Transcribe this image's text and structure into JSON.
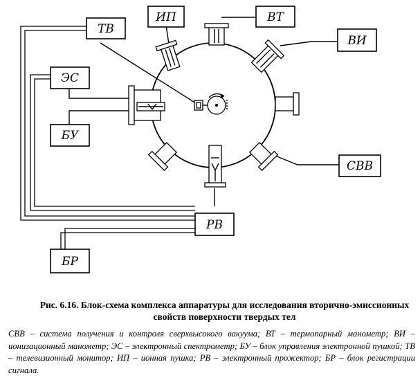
{
  "diagram": {
    "blocks": {
      "tv": "ТВ",
      "ip": "ИП",
      "vt": "ВТ",
      "vi": "ВИ",
      "es": "ЭС",
      "bu": "БУ",
      "svv": "СВВ",
      "rv": "РВ",
      "br": "БР"
    }
  },
  "caption": "Рис. 6.16. Блок-схема комплекса аппаратуры для исследования вторично-эмиссионных свойств поверхности твердых тел",
  "legend": "СВВ – система получения и контроля сверхвысокого вакуума; ВТ – термопарный манометр; ВИ – ионизационный манометр; ЭС – электронный спектрометр; БУ – блок управления электронной пушкой; ТВ – телевизионный монитор; ИП – ионная пушка; РВ – электронный прожектор; БР – блок регистрации сигнала."
}
